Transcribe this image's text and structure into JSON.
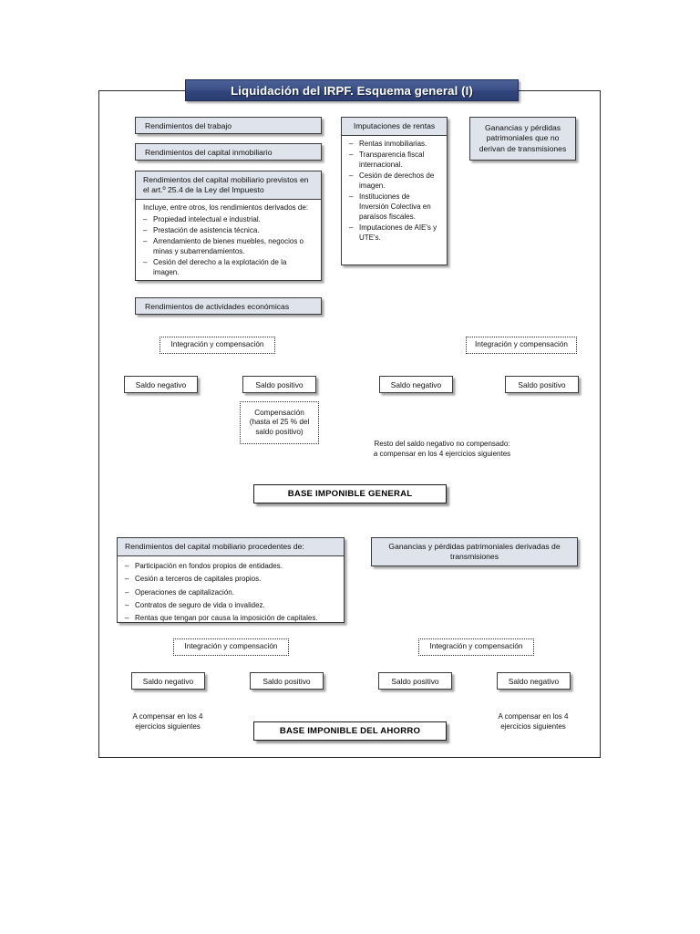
{
  "title": "Liquidación del IRPF. Esquema general (I)",
  "colors": {
    "banner_dark": "#2c3e72",
    "banner_light": "#4b6196",
    "box_fill": "#dfe3ec",
    "connector": "#8ba3c7",
    "arrow": "#7e9cc6",
    "border": "#3b3b3b"
  },
  "top_section": {
    "left_column": {
      "simple_boxes": [
        {
          "label": "Rendimientos del trabajo"
        },
        {
          "label": "Rendimientos del capital inmobiliario"
        },
        {
          "label": "Rendimientos de actividades económicas"
        }
      ],
      "composite_box": {
        "header": "Rendimientos del capital mobiliario previstos en el art.º 25.4 de la Ley del Impuesto",
        "intro": "Incluye, entre otros, los rendimientos derivados de:",
        "items": [
          "Propiedad intelectual e industrial.",
          "Prestación de asistencia técnica.",
          "Arrendamiento de bienes muebles, negocios o minas y subarrendamientos.",
          "Cesión del derecho a la explotación de la imagen."
        ]
      }
    },
    "middle_column": {
      "header": "Imputaciones de rentas",
      "items": [
        "Rentas inmobiliarias.",
        "Transparencia fiscal internacional.",
        "Cesión de derechos de imagen.",
        "Instituciones de Inversión Colectiva en paraísos fiscales.",
        "Imputaciones de AIE's y UTE's."
      ]
    },
    "right_column": {
      "label": "Ganancias y pérdidas patrimoniales que no derivan de transmisiones"
    },
    "integration_left": "Integración y compensación",
    "integration_right": "Integración y compensación",
    "saldo_left_negative": "Saldo negativo",
    "saldo_left_positive": "Saldo positivo",
    "saldo_right_negative": "Saldo negativo",
    "saldo_right_positive": "Saldo positivo",
    "compensacion": {
      "line1": "Compensación",
      "line2": "(hasta el 25 % del",
      "line3": "saldo positivo)"
    },
    "resto_note": {
      "line1": "Resto del saldo negativo no compensado:",
      "line2": "a compensar en los 4 ejercicios siguientes"
    },
    "result": "BASE IMPONIBLE GENERAL"
  },
  "bottom_section": {
    "left_box": {
      "header": "Rendimientos del capital mobiliario procedentes de:",
      "items": [
        "Participación en fondos propios de entidades.",
        "Cesión a terceros de capitales propios.",
        "Operaciones de capitalización.",
        "Contratos de seguro de vida o invalidez.",
        "Rentas que tengan por causa la imposición de capitales."
      ]
    },
    "right_box": {
      "label": "Ganancias y pérdidas patrimoniales derivadas de transmisiones"
    },
    "integration_left": "Integración y compensación",
    "integration_right": "Integración y compensación",
    "saldo_1": "Saldo negativo",
    "saldo_2": "Saldo positivo",
    "saldo_3": "Saldo positivo",
    "saldo_4": "Saldo negativo",
    "note_left": {
      "line1": "A compensar en los 4",
      "line2": "ejercicios siguientes"
    },
    "note_right": {
      "line1": "A compensar en los 4",
      "line2": "ejercicios siguientes"
    },
    "result": "BASE IMPONIBLE DEL AHORRO"
  }
}
